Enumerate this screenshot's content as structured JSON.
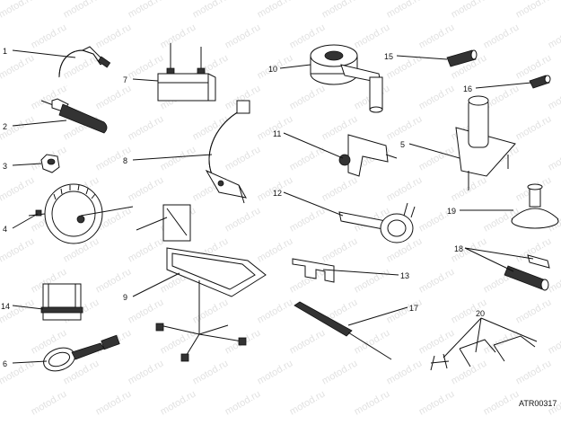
{
  "watermark": "motod.ru",
  "diagram_code": "ATR00317",
  "callouts": [
    {
      "id": "1",
      "label": "1"
    },
    {
      "id": "2",
      "label": "2"
    },
    {
      "id": "3",
      "label": "3"
    },
    {
      "id": "4",
      "label": "4"
    },
    {
      "id": "5",
      "label": "5"
    },
    {
      "id": "6",
      "label": "6"
    },
    {
      "id": "7",
      "label": "7"
    },
    {
      "id": "8",
      "label": "8"
    },
    {
      "id": "9",
      "label": "9"
    },
    {
      "id": "10",
      "label": "10"
    },
    {
      "id": "11",
      "label": "11"
    },
    {
      "id": "12",
      "label": "12"
    },
    {
      "id": "13",
      "label": "13"
    },
    {
      "id": "14",
      "label": "14"
    },
    {
      "id": "15",
      "label": "15"
    },
    {
      "id": "16",
      "label": "16"
    },
    {
      "id": "17",
      "label": "17"
    },
    {
      "id": "18",
      "label": "18"
    },
    {
      "id": "19",
      "label": "19"
    },
    {
      "id": "20",
      "label": "20"
    }
  ]
}
